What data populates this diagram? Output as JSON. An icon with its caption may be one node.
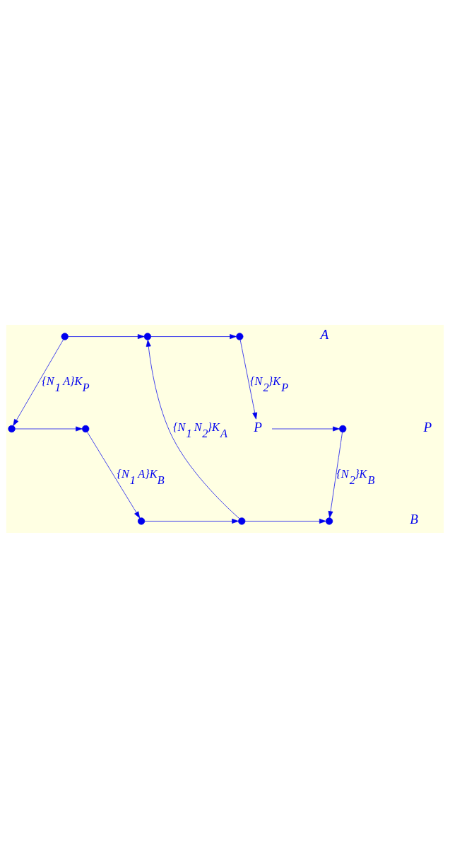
{
  "diagram": {
    "nodes": [
      {
        "text": [],
        "shape": "circle"
      },
      {
        "text": [],
        "shape": "circle"
      },
      {
        "text": [],
        "shape": "circle"
      },
      {
        "text": [],
        "shape": "circle"
      },
      {
        "text": [],
        "shape": "circle"
      },
      {
        "text": [
          "P"
        ]
      },
      {
        "text": [],
        "shape": "circle"
      },
      {
        "text": [],
        "shape": "circle"
      },
      {
        "text": [],
        "shape": "circle"
      },
      {
        "text": [],
        "shape": "circle"
      }
    ],
    "edges": [
      {
        "from": 0,
        "to": 1,
        "arrow": "to"
      },
      {
        "from": 1,
        "to": 2,
        "arrow": "to"
      },
      {
        "from": 0,
        "to": 3,
        "arrow": "to",
        "label": "{N$_{1}$ A}K$_{P}$"
      },
      {
        "from": 2,
        "to": 5,
        "arrow": "to",
        "label": "{N$_{2}$}K$_{P}$"
      },
      {
        "from": 3,
        "to": 4,
        "arrow": "to"
      },
      {
        "from": 5,
        "to": 6,
        "arrow": "to"
      },
      {
        "from": 4,
        "to": 7,
        "arrow": "to",
        "label": "{N$_{1}$ A}K$_{B}$"
      },
      {
        "from": 6,
        "to": 9,
        "arrow": "to",
        "label": "{N$_{2}$}K$_{B}$"
      },
      {
        "from": 8,
        "to": 1,
        "arrow": "to",
        "label": "{N$_{1}$ N$_{2}$}K$_{A}$"
      },
      {
        "from": 7,
        "to": 8,
        "arrow": "to"
      },
      {
        "from": 8,
        "to": 9,
        "arrow": "to"
      }
    ],
    "labels": [
      "A",
      "P",
      "B"
    ]
  }
}
